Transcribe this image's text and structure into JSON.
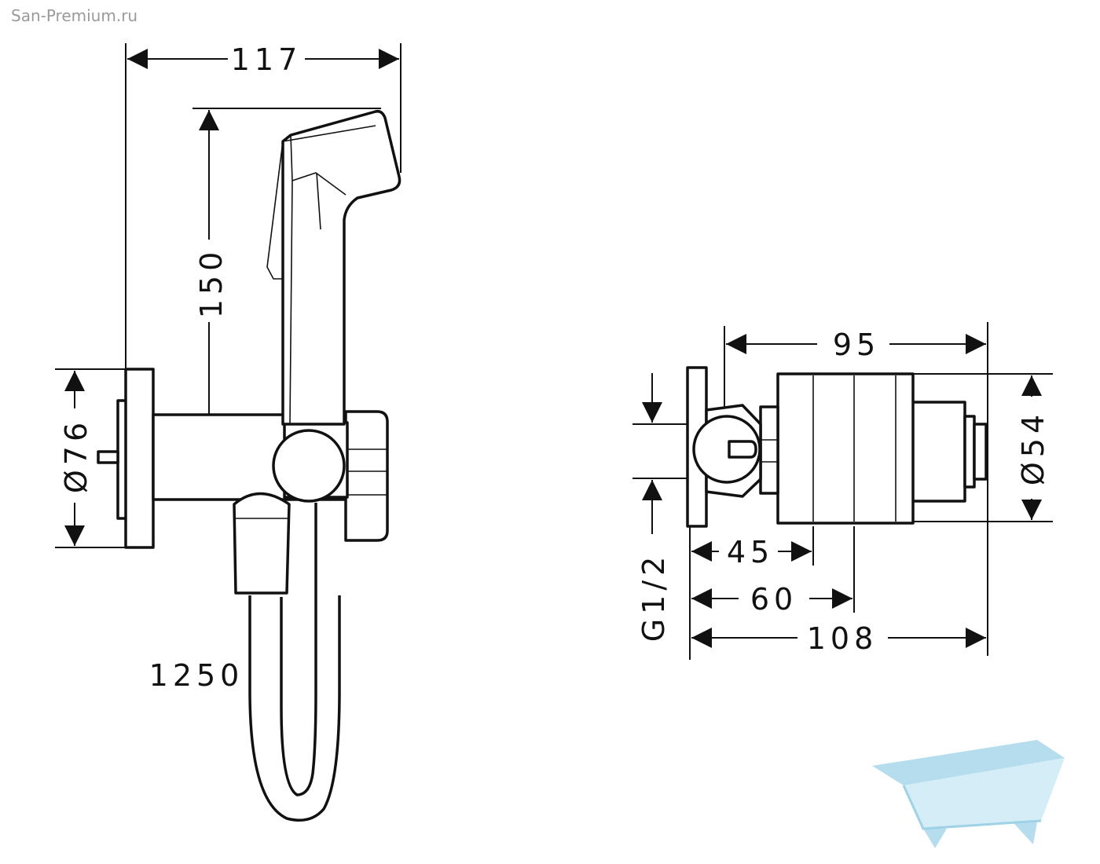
{
  "watermark": "San-Premium.ru",
  "left_view": {
    "width_label": "117",
    "height_label": "150",
    "flange_diameter_label": "Ø76",
    "hose_length_label": "1250"
  },
  "right_view": {
    "width_label": "95",
    "diameter_label": "Ø54",
    "thread_label": "G1/2",
    "depth_labels": [
      "45",
      "60",
      "108"
    ]
  },
  "logo": {
    "name": "bathtub-logo",
    "color": "#a9d8ec"
  }
}
